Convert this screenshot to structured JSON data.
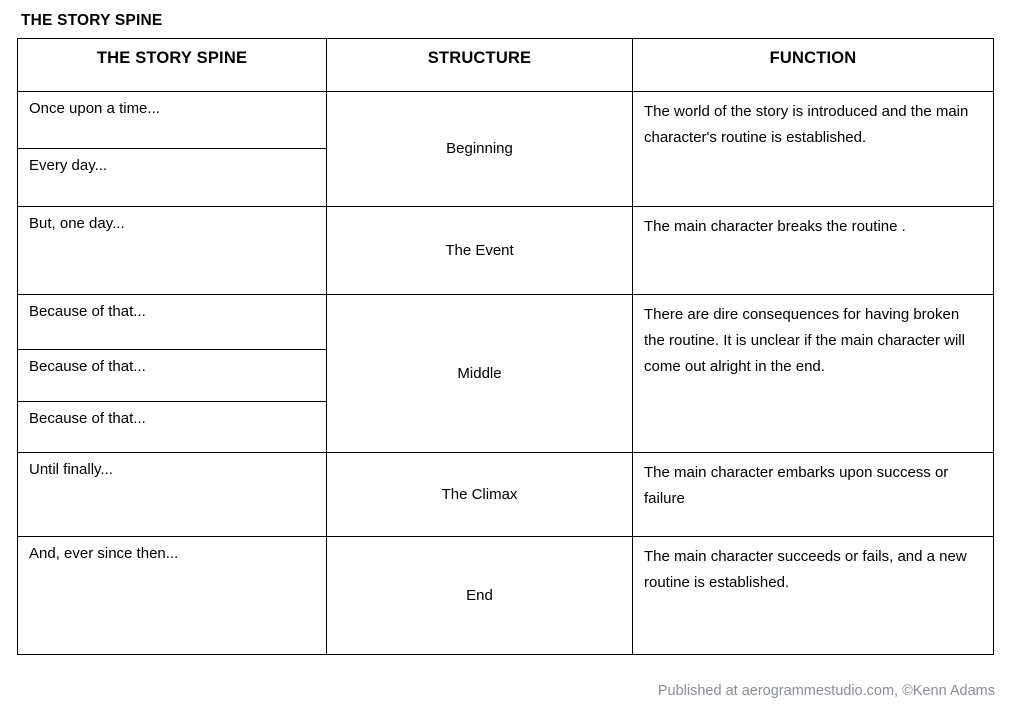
{
  "document": {
    "title": "THE STORY SPINE"
  },
  "table": {
    "headers": [
      "THE STORY SPINE",
      "STRUCTURE",
      "FUNCTION"
    ],
    "spine_lines": [
      "Once upon  a time...",
      "Every day...",
      "But, one day...",
      "Because of that...",
      "Because of that...",
      "Because of that...",
      "Until finally...",
      "And, ever since then..."
    ],
    "groups": [
      {
        "structure": "Beginning",
        "function": "The world of the story is introduced and the main character's routine is established.",
        "spine_span": 2
      },
      {
        "structure": "The Event",
        "function": "The main character breaks the routine .",
        "spine_span": 1
      },
      {
        "structure": "Middle",
        "function": "There are dire consequences for having broken the routine. It is unclear if the main character will come out alright in the end.",
        "spine_span": 3
      },
      {
        "structure": "The Climax",
        "function": "The main character embarks upon success or failure",
        "spine_span": 1
      },
      {
        "structure": "End",
        "function": "The main character succeeds or fails, and a new routine is established.",
        "spine_span": 1
      }
    ]
  },
  "footer": {
    "credit": "Published at aerogrammestudio.com, ©Kenn Adams"
  },
  "colors": {
    "text": "#000000",
    "border": "#000000",
    "background": "#ffffff",
    "footer_text": "#8a8f96"
  }
}
